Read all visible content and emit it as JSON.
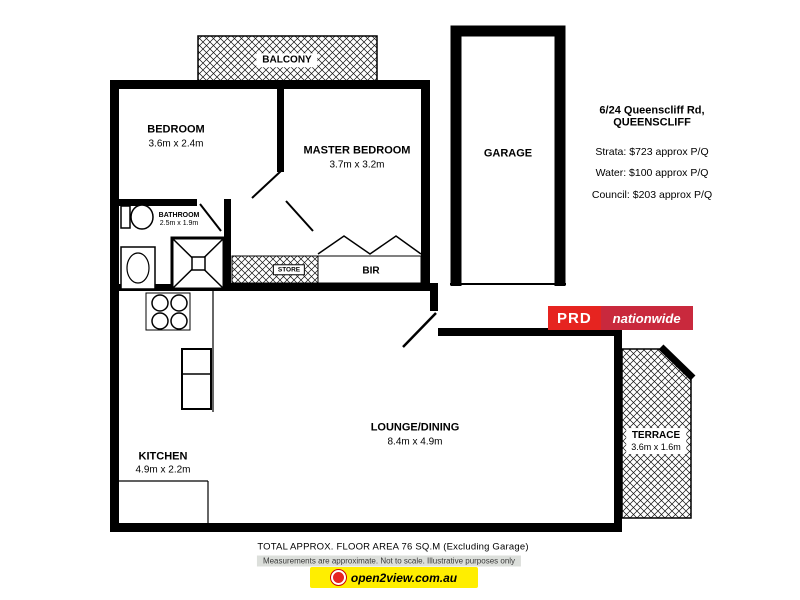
{
  "plan": {
    "rooms": {
      "balcony": {
        "name": "BALCONY"
      },
      "bedroom": {
        "name": "BEDROOM",
        "dims": "3.6m x 2.4m"
      },
      "master_bedroom": {
        "name": "MASTER BEDROOM",
        "dims": "3.7m x 3.2m"
      },
      "garage": {
        "name": "GARAGE"
      },
      "bathroom": {
        "name": "BATHROOM",
        "dims": "2.5m x 1.9m"
      },
      "store": {
        "name": "STORE"
      },
      "bir": {
        "name": "BIR"
      },
      "kitchen": {
        "name": "KITCHEN",
        "dims": "4.9m x 2.2m"
      },
      "lounge_dining": {
        "name": "LOUNGE/DINING",
        "dims": "8.4m x 4.9m"
      },
      "terrace": {
        "name": "TERRACE",
        "dims": "3.6m x 1.6m"
      }
    }
  },
  "property_info": {
    "address_line1": "6/24 Queenscliff Rd,",
    "address_line2": "QUEENSCLIFF",
    "strata": "Strata: $723 approx P/Q",
    "water": "Water: $100 approx P/Q",
    "council": "Council: $203 approx P/Q"
  },
  "branding": {
    "prd": "PRD",
    "nationwide": "nationwide",
    "prd_red": "#e62420",
    "nationwide_red": "#c9293d"
  },
  "footer": {
    "area_line": "TOTAL APPROX. FLOOR AREA 76 SQ.M (Excluding Garage)",
    "disclaimer": "Measurements are approximate.  Not to scale.  Illustrative purposes only",
    "open2view": "open2view.com.au",
    "logo_yellow": "#ffee00"
  }
}
